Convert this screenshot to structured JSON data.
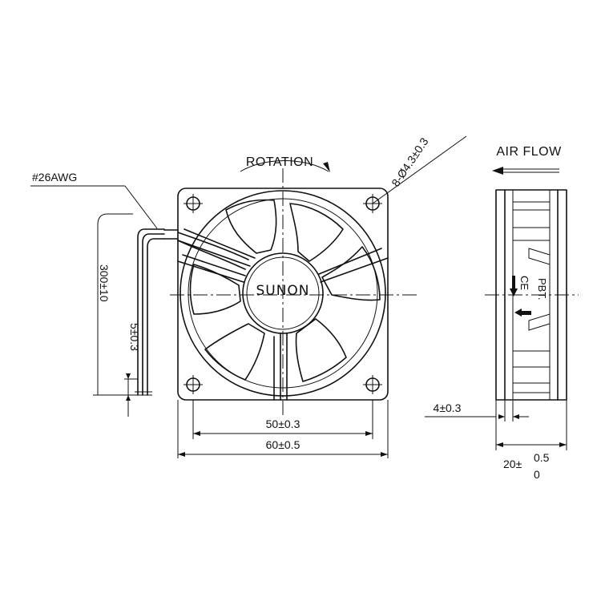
{
  "labels": {
    "wire": "#26AWG",
    "rotation": "ROTATION",
    "holes": "8-Ø4.3±0.3",
    "airflow": "AIR FLOW",
    "brand": "SUNON",
    "lead_length": "300±10",
    "strip_length": "5±0.3",
    "hole_spacing": "50±0.3",
    "frame_width": "60±0.5",
    "flange": "4±0.3",
    "thickness_base": "20±",
    "thickness_upper": "0.5",
    "thickness_lower": "0",
    "material": "PBT.",
    "ce_mark": "CE"
  }
}
